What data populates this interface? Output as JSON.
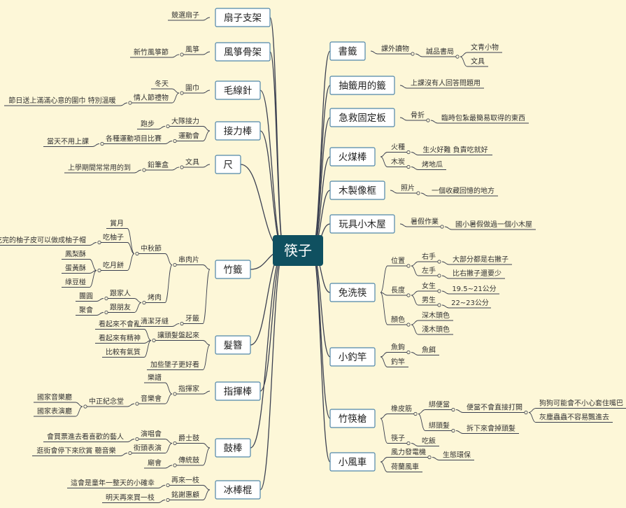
{
  "center": {
    "label": "筷子"
  },
  "colors": {
    "center_fill": "#0f5060",
    "branch_border": "#4f86a8",
    "line": "#3a3f50",
    "background": "#fdf7d8"
  },
  "left": [
    {
      "label": "扇子支架",
      "children": [
        {
          "label": "競選扇子"
        }
      ]
    },
    {
      "label": "風箏骨架",
      "children": [
        {
          "label": "風箏",
          "children": [
            {
              "label": "新竹風箏節"
            }
          ]
        }
      ]
    },
    {
      "label": "毛線針",
      "children": [
        {
          "label": "圍巾",
          "children": [
            {
              "label": "冬天"
            },
            {
              "label": "情人節禮物",
              "children": [
                {
                  "label": "節日送上滿滿心意的圍巾 特別溫暖"
                }
              ]
            }
          ]
        }
      ]
    },
    {
      "label": "接力棒",
      "children": [
        {
          "label": "大隊接力",
          "children": [
            {
              "label": "跑步"
            }
          ]
        },
        {
          "label": "運動會",
          "children": [
            {
              "label": "各種運動項目比賽",
              "children": [
                {
                  "label": "當天不用上課"
                }
              ]
            }
          ]
        }
      ]
    },
    {
      "label": "尺",
      "children": [
        {
          "label": "文具",
          "children": [
            {
              "label": "鉛筆盒",
              "children": [
                {
                  "label": "上學期間常常用的到"
                }
              ]
            }
          ]
        }
      ]
    },
    {
      "label": "竹籤",
      "children": [
        {
          "label": "串肉片",
          "children": [
            {
              "label": "中秋節",
              "children": [
                {
                  "label": "賞月"
                },
                {
                  "label": "吃柚子",
                  "children": [
                    {
                      "label": "吃完的柚子皮可以做成柚子帽"
                    }
                  ]
                },
                {
                  "label": "吃月餅",
                  "children": [
                    {
                      "label": "鳳梨酥"
                    },
                    {
                      "label": "蛋黃酥"
                    },
                    {
                      "label": "綠豆椪"
                    }
                  ]
                }
              ]
            },
            {
              "label": "烤肉",
              "children": [
                {
                  "label": "跟家人",
                  "children": [
                    {
                      "label": "團圓"
                    }
                  ]
                },
                {
                  "label": "跟朋友",
                  "children": [
                    {
                      "label": "聚會"
                    }
                  ]
                }
              ]
            }
          ]
        },
        {
          "label": "牙籤",
          "children": [
            {
              "label": "清潔牙縫"
            }
          ]
        }
      ]
    },
    {
      "label": "髮簪",
      "children": [
        {
          "label": "讓頭髮盤起來",
          "children": [
            {
              "label": "看起來不會亂"
            },
            {
              "label": "看起來有精神"
            },
            {
              "label": "比較有氣質"
            }
          ]
        },
        {
          "label": "加些墜子更好看"
        }
      ]
    },
    {
      "label": "指揮棒",
      "children": [
        {
          "label": "指揮家",
          "children": [
            {
              "label": "樂譜"
            },
            {
              "label": "音樂會",
              "children": [
                {
                  "label": "中正紀念堂",
                  "children": [
                    {
                      "label": "國家音樂廳"
                    },
                    {
                      "label": "國家表演廳"
                    }
                  ]
                }
              ]
            }
          ]
        }
      ]
    },
    {
      "label": "鼓棒",
      "children": [
        {
          "label": "爵士鼓",
          "children": [
            {
              "label": "演唱會",
              "children": [
                {
                  "label": "會買票進去看喜歡的藝人"
                }
              ]
            },
            {
              "label": "街頭表演",
              "children": [
                {
                  "label": "逛街會停下來欣賞 聽音樂"
                }
              ]
            }
          ]
        },
        {
          "label": "傳統鼓",
          "children": [
            {
              "label": "廟會"
            }
          ]
        }
      ]
    },
    {
      "label": "冰棒棍",
      "children": [
        {
          "label": "再來一枝",
          "children": [
            {
              "label": "這會是童年一整天的小確幸"
            }
          ]
        },
        {
          "label": "銘謝惠顧",
          "children": [
            {
              "label": "明天再來買一枝"
            }
          ]
        }
      ]
    }
  ],
  "right": [
    {
      "label": "書籤",
      "children": [
        {
          "label": "課外讀物",
          "children": [
            {
              "label": "誠品書局",
              "children": [
                {
                  "label": "文青小物"
                },
                {
                  "label": "文具"
                }
              ]
            }
          ]
        }
      ]
    },
    {
      "label": "抽籤用的籤",
      "children": [
        {
          "label": "上課沒有人回答問題用"
        }
      ]
    },
    {
      "label": "急救固定板",
      "children": [
        {
          "label": "骨折",
          "children": [
            {
              "label": "臨時包紮最簡易取得的東西"
            }
          ]
        }
      ]
    },
    {
      "label": "火煤棒",
      "children": [
        {
          "label": "火種",
          "children": [
            {
              "label": "生火好難 負責吃就好"
            }
          ]
        },
        {
          "label": "木炭",
          "children": [
            {
              "label": "烤地瓜"
            }
          ]
        }
      ]
    },
    {
      "label": "木製像框",
      "children": [
        {
          "label": "照片",
          "children": [
            {
              "label": "一個收藏回憶的地方"
            }
          ]
        }
      ]
    },
    {
      "label": "玩具小木屋",
      "children": [
        {
          "label": "暑假作業",
          "children": [
            {
              "label": "國小暑假做過一個小木屋"
            }
          ]
        }
      ]
    },
    {
      "label": "免洗筷",
      "children": [
        {
          "label": "位置",
          "children": [
            {
              "label": "右手",
              "children": [
                {
                  "label": "大部分都是右撇子"
                }
              ]
            },
            {
              "label": "左手",
              "children": [
                {
                  "label": "比右撇子還要少"
                }
              ]
            }
          ]
        },
        {
          "label": "長度",
          "children": [
            {
              "label": "女生",
              "children": [
                {
                  "label": "19.5~21公分"
                }
              ]
            },
            {
              "label": "男生",
              "children": [
                {
                  "label": "22~23公分"
                }
              ]
            }
          ]
        },
        {
          "label": "顏色",
          "children": [
            {
              "label": "深木頭色"
            },
            {
              "label": "淺木頭色"
            }
          ]
        }
      ]
    },
    {
      "label": "小釣竿",
      "children": [
        {
          "label": "魚鉤",
          "children": [
            {
              "label": "魚餌"
            }
          ]
        },
        {
          "label": "釣竿"
        }
      ]
    },
    {
      "label": "竹筷槍",
      "children": [
        {
          "label": "橡皮筋",
          "children": [
            {
              "label": "綁便當",
              "children": [
                {
                  "label": "便當不會直接打開",
                  "children": [
                    {
                      "label": "狗狗可能會不小心套住嘴巴"
                    },
                    {
                      "label": "灰塵蟲蟲不容易飄進去"
                    }
                  ]
                }
              ]
            },
            {
              "label": "綁頭髮",
              "children": [
                {
                  "label": "拆下來會掉頭髮"
                }
              ]
            }
          ]
        },
        {
          "label": "筷子",
          "children": [
            {
              "label": "吃飯"
            }
          ]
        }
      ]
    },
    {
      "label": "小風車",
      "children": [
        {
          "label": "風力發電機",
          "children": [
            {
              "label": "生態環保"
            }
          ]
        },
        {
          "label": "荷蘭風車"
        }
      ]
    }
  ]
}
